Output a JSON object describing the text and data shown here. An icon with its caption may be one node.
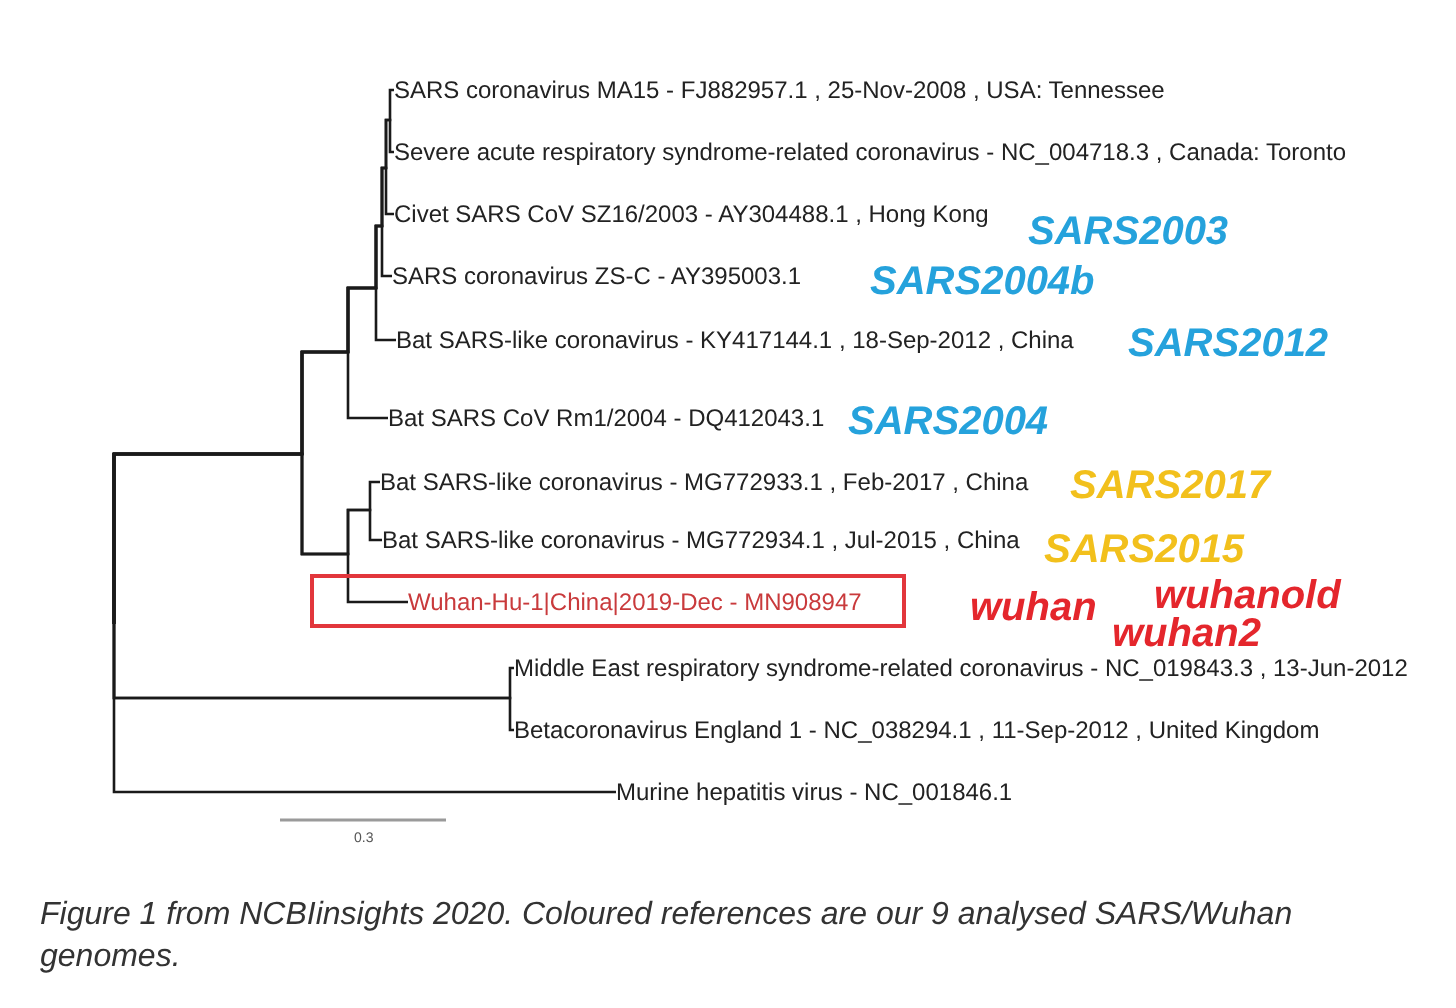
{
  "diagram": {
    "caption": "Figure 1 from NCBIinsights 2020. Coloured references are our 9 analysed SARS/Wuhan genomes.",
    "nodes": [
      {
        "text": [
          "SARS coronavirus MA15 - FJ882957.1 , 25-Nov-2008 , USA: Tennessee"
        ]
      },
      {
        "text": [
          "Severe acute respiratory syndrome-related coronavirus - NC_004718.3 , Canada: Toronto"
        ]
      },
      {
        "text": [
          "Civet SARS CoV SZ16/2003 - AY304488.1 , Hong Kong"
        ]
      },
      {
        "text": [
          "SARS coronavirus ZS-C - AY395003.1"
        ]
      },
      {
        "text": [
          "Bat SARS-like coronavirus - KY417144.1 , 18-Sep-2012 , China"
        ]
      },
      {
        "text": [
          "Bat SARS CoV Rm1/2004 - DQ412043.1"
        ]
      },
      {
        "text": [
          "Bat SARS-like coronavirus - MG772933.1 , Feb-2017 , China"
        ]
      },
      {
        "text": [
          "Bat SARS-like coronavirus - MG772934.1 , Jul-2015 , China"
        ]
      },
      {
        "text": [],
        "shape": "box"
      },
      {
        "text": [
          "Wuhan-Hu-1|China|2019-Dec - MN908947"
        ],
        "in": 8
      },
      {
        "text": [
          "Middle East respiratory syndrome-related coronavirus - NC_019843.3 , 13-Jun-2012"
        ]
      },
      {
        "text": [
          "Betacoronavirus England 1 - NC_038294.1 , 11-Sep-2012 , United Kingdom"
        ]
      },
      {
        "text": [
          "Murine hepatitis virus - NC_001846.1"
        ]
      }
    ],
    "edges": [
      {
        "from": null,
        "to": 0,
        "arrow": "none"
      },
      {
        "from": null,
        "to": 1,
        "arrow": "none"
      },
      {
        "from": null,
        "to": 2,
        "arrow": "none"
      },
      {
        "from": null,
        "to": 3,
        "arrow": "none"
      },
      {
        "from": null,
        "to": 4,
        "arrow": "none"
      },
      {
        "from": null,
        "to": 5,
        "arrow": "none"
      },
      {
        "from": null,
        "to": 6,
        "arrow": "none"
      },
      {
        "from": null,
        "to": 7,
        "arrow": "none"
      },
      {
        "from": null,
        "to": 9,
        "arrow": "none"
      },
      {
        "from": null,
        "to": 10,
        "arrow": "none"
      },
      {
        "from": null,
        "to": 11,
        "arrow": "none"
      },
      {
        "from": null,
        "to": 12,
        "arrow": "none"
      }
    ],
    "labels": [
      "SARS2003",
      "SARS2004b",
      "SARS2012",
      "SARS2004",
      "SARS2017",
      "SARS2015",
      "wuhan",
      "wuhanold",
      "wuhan2",
      "0.3"
    ]
  }
}
